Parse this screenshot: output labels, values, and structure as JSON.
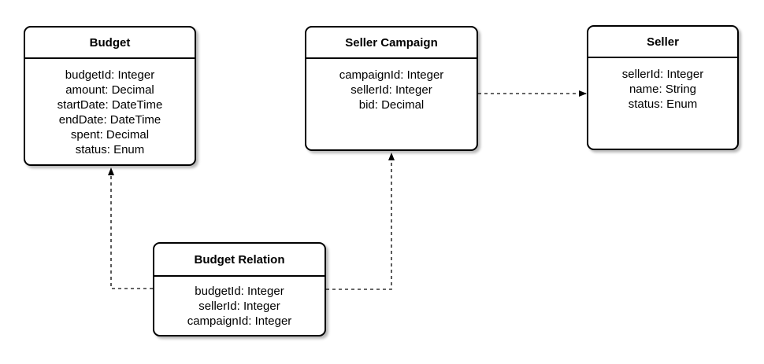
{
  "entities": {
    "budget": {
      "title": "Budget",
      "attributes": [
        "budgetId: Integer",
        "amount: Decimal",
        "startDate: DateTime",
        "endDate: DateTime",
        "spent: Decimal",
        "status: Enum"
      ]
    },
    "seller_campaign": {
      "title": "Seller Campaign",
      "attributes": [
        "campaignId: Integer",
        "sellerId: Integer",
        "bid: Decimal"
      ]
    },
    "seller": {
      "title": "Seller",
      "attributes": [
        "sellerId: Integer",
        "name: String",
        "status: Enum"
      ]
    },
    "budget_relation": {
      "title": "Budget Relation",
      "attributes": [
        "budgetId: Integer",
        "sellerId: Integer",
        "campaignId: Integer"
      ]
    }
  },
  "relations": [
    {
      "from": "budget_relation",
      "to": "budget",
      "style": "dashed",
      "arrow": "filled"
    },
    {
      "from": "budget_relation",
      "to": "seller_campaign",
      "style": "dashed",
      "arrow": "filled"
    },
    {
      "from": "seller_campaign",
      "to": "seller",
      "style": "dashed",
      "arrow": "filled"
    }
  ],
  "colors": {
    "stroke": "#000000",
    "connector": "#333333",
    "background": "#ffffff"
  }
}
